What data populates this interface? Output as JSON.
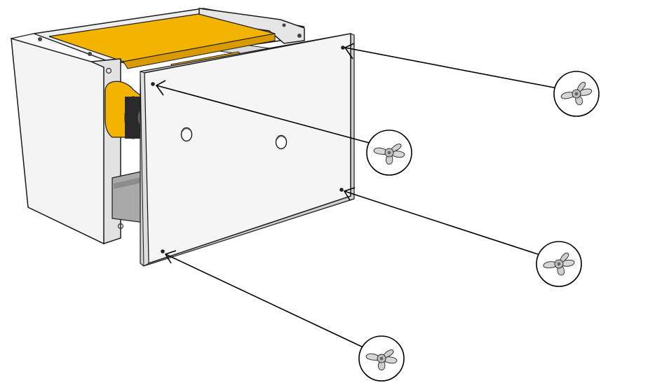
{
  "colors": {
    "background": "#ffffff",
    "housing": "#f3f3f3",
    "housing_shade": "#dcdcdc",
    "housing_edge": "#1a1a1a",
    "ribbon": "#f2b400",
    "ribbon_dark": "#d99a00",
    "roller": "#2a2a2a",
    "panel": "#f5f5f5",
    "tray": "#a9a9a9",
    "leader_line": "#000000",
    "callout_circle": "#000000",
    "wing_nut": "#c8c8c8"
  },
  "diagram": {
    "subject": "ribbon-cassette-housing",
    "parts": [
      "housing-body",
      "ribbon-roll",
      "side-cover-panel",
      "wing-nut-1",
      "wing-nut-2",
      "wing-nut-3",
      "wing-nut-4"
    ],
    "callouts": [
      {
        "part": "wing-nut-1",
        "icon": "wing-nut-icon",
        "target": "panel-hole-top-right"
      },
      {
        "part": "wing-nut-2",
        "icon": "wing-nut-icon",
        "target": "panel-hole-top-left"
      },
      {
        "part": "wing-nut-3",
        "icon": "wing-nut-icon",
        "target": "panel-hole-bottom-right"
      },
      {
        "part": "wing-nut-4",
        "icon": "wing-nut-icon",
        "target": "panel-hole-bottom-left"
      }
    ]
  }
}
